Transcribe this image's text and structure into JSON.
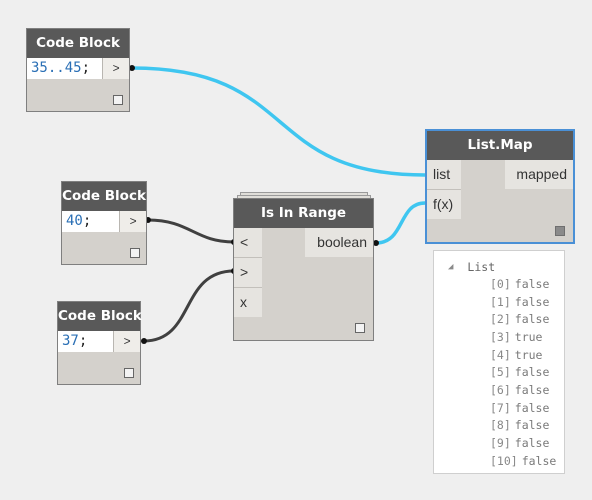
{
  "nodes": {
    "cb1": {
      "title": "Code Block",
      "code": "35..45",
      "semi": ";",
      "out_label": ">"
    },
    "cb2": {
      "title": "Code Block",
      "code": "40",
      "semi": ";",
      "out_label": ">"
    },
    "cb3": {
      "title": "Code Block",
      "code": "37",
      "semi": ";",
      "out_label": ">"
    },
    "range": {
      "title": "Is In Range",
      "inputs": [
        "<",
        ">",
        "x"
      ],
      "output": "boolean"
    },
    "map": {
      "title": "List.Map",
      "inputs": [
        "list",
        "f(x)"
      ],
      "output": "mapped"
    }
  },
  "watch": {
    "header": "List",
    "items": [
      {
        "index": "[0]",
        "value": "false"
      },
      {
        "index": "[1]",
        "value": "false"
      },
      {
        "index": "[2]",
        "value": "false"
      },
      {
        "index": "[3]",
        "value": "true"
      },
      {
        "index": "[4]",
        "value": "true"
      },
      {
        "index": "[5]",
        "value": "false"
      },
      {
        "index": "[6]",
        "value": "false"
      },
      {
        "index": "[7]",
        "value": "false"
      },
      {
        "index": "[8]",
        "value": "false"
      },
      {
        "index": "[9]",
        "value": "false"
      },
      {
        "index": "[10]",
        "value": "false"
      }
    ]
  },
  "colors": {
    "wire_blue": "#3fc6f0",
    "wire_dark": "#404040",
    "header_bg": "#595959",
    "node_bg": "#d4d1cc",
    "selected_border": "#4a90d6"
  }
}
